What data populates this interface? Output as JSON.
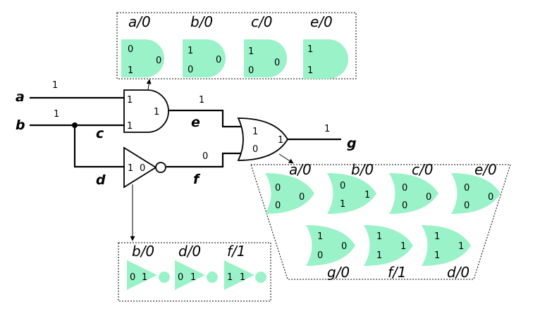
{
  "signals": {
    "a": "a",
    "b": "b",
    "c": "c",
    "d": "d",
    "e": "e",
    "f": "f",
    "g": "g"
  },
  "wire_values": {
    "a": "1",
    "b": "1",
    "e": "1",
    "f": "0",
    "g": "1"
  },
  "and_gate": {
    "in1": "1",
    "in2": "1",
    "out": "1"
  },
  "not_gate": {
    "in": "1",
    "out": "0"
  },
  "or_gate": {
    "in1": "1",
    "in2": "0",
    "out": "1"
  },
  "and_faults": [
    {
      "label": "a/0",
      "in1": "0",
      "in2": "1",
      "out": "0"
    },
    {
      "label": "b/0",
      "in1": "1",
      "in2": "0",
      "out": "0"
    },
    {
      "label": "c/0",
      "in1": "1",
      "in2": "0",
      "out": "0"
    },
    {
      "label": "e/0",
      "in1": "1",
      "in2": "1",
      "out": ""
    }
  ],
  "or_faults_top": [
    {
      "label": "a/0",
      "in1": "0",
      "in2": "0",
      "out": "0"
    },
    {
      "label": "b/0",
      "in1": "0",
      "in2": "1",
      "out": "1"
    },
    {
      "label": "c/0",
      "in1": "0",
      "in2": "0",
      "out": "0"
    },
    {
      "label": "e/0",
      "in1": "0",
      "in2": "0",
      "out": "0"
    }
  ],
  "or_faults_bottom": [
    {
      "label": "g/0",
      "in1": "1",
      "in2": "0",
      "out": "0"
    },
    {
      "label": "f/1",
      "in1": "1",
      "in2": "1",
      "out": "1"
    },
    {
      "label": "d/0",
      "in1": "1",
      "in2": "1",
      "out": "1"
    }
  ],
  "not_faults": [
    {
      "label": "b/0",
      "in": "0",
      "out": "1"
    },
    {
      "label": "d/0",
      "in": "0",
      "out": "1"
    },
    {
      "label": "f/1",
      "in": "1",
      "out": "1"
    }
  ],
  "colors": {
    "gate_fill": "#99f2c8",
    "wire": "#000000"
  }
}
